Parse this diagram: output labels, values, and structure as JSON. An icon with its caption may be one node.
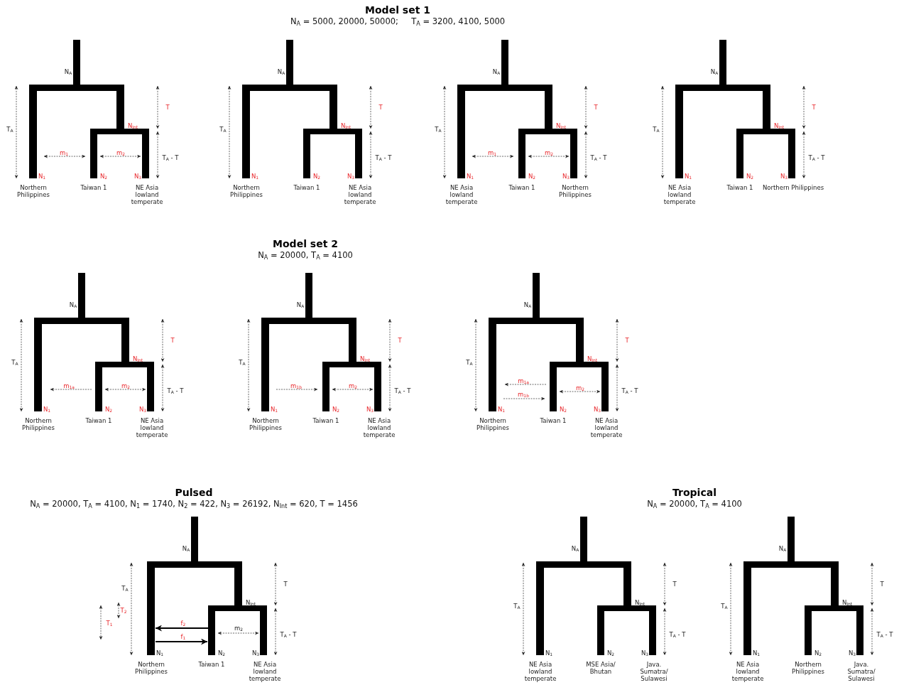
{
  "diagram": {
    "labels": [
      "Model set 1",
      "N$_{A}$ = 5000, 20000, 50000;     T$_{A}$ = 3200, 4100, 5000",
      "N$_{A}$",
      "T$_{A}$",
      "T",
      "N$_{Int}$",
      "T$_{A}$ - T",
      "m$_{1}$",
      "m$_{2}$",
      "N$_{1}$",
      "N$_{2}$",
      "N$_{3}$",
      "Northern Philippines",
      "Taiwan 1",
      "NE Asia lowland temperate",
      "N$_{A}$",
      "T$_{A}$",
      "T",
      "N$_{Int}$",
      "T$_{A}$ - T",
      "N$_{1}$",
      "N$_{2}$",
      "N$_{3}$",
      "Northern Philippines",
      "Taiwan 1",
      "NE Asia lowland temperate",
      "N$_{A}$",
      "T$_{A}$",
      "T",
      "N$_{Int}$",
      "T$_{A}$ - T",
      "m$_{1}$",
      "m$_{2}$",
      "N$_{1}$",
      "N$_{2}$",
      "N$_{3}$",
      "NE Asia lowland temperate",
      "Taiwan 1",
      "Northern Philippines",
      "N$_{A}$",
      "T$_{A}$",
      "T",
      "N$_{Int}$",
      "T$_{A}$ - T",
      "N$_{1}$",
      "N$_{2}$",
      "N$_{3}$",
      "NE Asia lowland temperate",
      "Taiwan 1",
      "Northern Philippines",
      "Model set 2",
      "N$_{A}$ = 20000, T$_{A}$ = 4100",
      "N$_{A}$",
      "T$_{A}$",
      "T",
      "N$_{Int}$",
      "T$_{A}$ - T",
      "m$_{1a}$",
      "m$_{2}$",
      "N$_{1}$",
      "N$_{2}$",
      "N$_{3}$",
      "Northern Philippines",
      "Taiwan 1",
      "NE Asia lowland temperate",
      "N$_{A}$",
      "T$_{A}$",
      "T",
      "N$_{Int}$",
      "T$_{A}$ - T",
      "m$_{1b}$",
      "m$_{2}$",
      "N$_{1}$",
      "N$_{2}$",
      "N$_{3}$",
      "Northern Philippines",
      "Taiwan 1",
      "NE Asia lowland temperate",
      "N$_{A}$",
      "T$_{A}$",
      "T",
      "N$_{Int}$",
      "T$_{A}$ - T",
      "m$_{1a}$",
      "m$_{1b}$",
      "m$_{2}$",
      "N$_{1}$",
      "N$_{2}$",
      "N$_{3}$",
      "Northern Philippines",
      "Taiwan 1",
      "NE Asia lowland temperate",
      "Pulsed",
      "N$_{A}$ = 20000, T$_{A}$ = 4100, N$_{1}$ = 1740, N$_{2}$ = 422, N$_{3}$ = 26192, N$_{Int}$ = 620, T = 1456",
      "Tropical",
      "N$_{A}$ = 20000, T$_{A}$ = 4100",
      "N$_{A}$",
      "T$_{A}$",
      "T",
      "N$_{Int}$",
      "T$_{A}$ - T",
      "T$_{2}$",
      "T$_{1}$",
      "f$_{2}$",
      "f$_{1}$",
      "m$_{2}$",
      "N$_{1}$",
      "N$_{2}$",
      "N$_{3}$",
      "Northern Philippines",
      "Taiwan 1",
      "NE Asia lowland temperate",
      "N$_{A}$",
      "T$_{A}$",
      "T",
      "N$_{Int}$",
      "T$_{A}$ - T",
      "N$_{1}$",
      "N$_{2}$",
      "N$_{3}$",
      "NE Asia lowland temperate",
      "MSE Asia/ Bhutan",
      "Java. Sumatra/ Sulawesi",
      "N$_{A}$",
      "T$_{A}$",
      "T",
      "N$_{Int}$",
      "T$_{A}$ - T",
      "N$_{1}$",
      "N$_{2}$",
      "N$_{3}$",
      "NE Asia lowland temperate",
      "Northern Philippines",
      "Java. Sumatra/ Sulawesi"
    ]
  }
}
